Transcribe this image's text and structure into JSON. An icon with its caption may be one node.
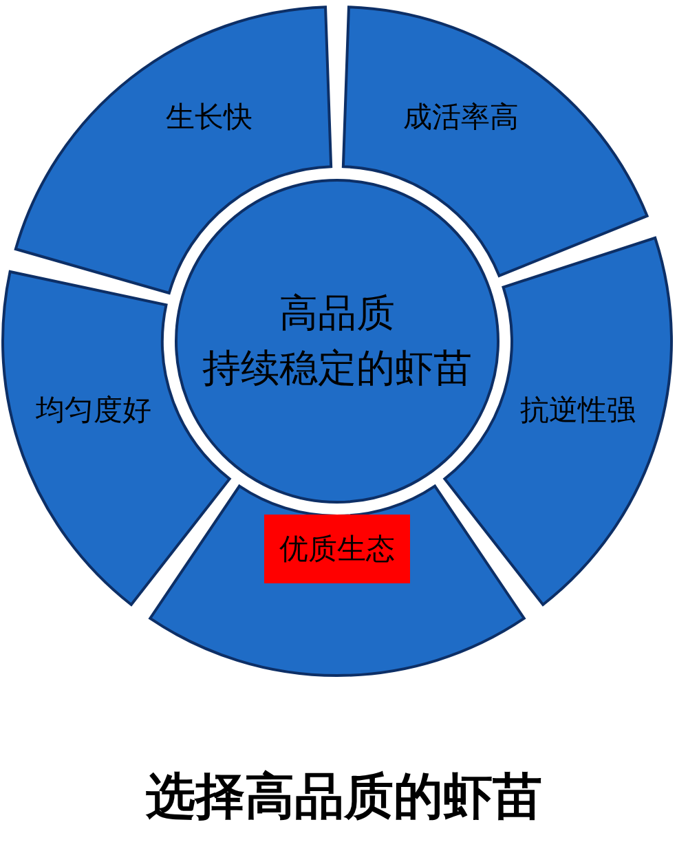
{
  "diagram": {
    "title": "选择高品质的虾苗",
    "nodes": [
      {
        "text": [
          "生长快"
        ]
      },
      {
        "text": [
          "成活率高"
        ]
      },
      {
        "text": [
          "高品质",
          "持续稳定的虾苗"
        ]
      },
      {
        "text": [
          "均匀度好"
        ]
      },
      {
        "text": [
          "抗逆性强"
        ]
      },
      {
        "text": [],
        "shape": "arc"
      },
      {
        "text": [
          "优质生态"
        ],
        "in": 5
      }
    ]
  }
}
